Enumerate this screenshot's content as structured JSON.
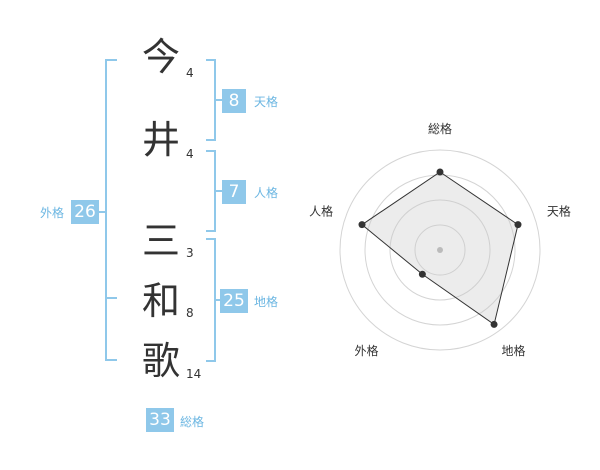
{
  "name": {
    "characters": [
      {
        "char": "今",
        "strokes": "4"
      },
      {
        "char": "井",
        "strokes": "4"
      },
      {
        "char": "三",
        "strokes": "3"
      },
      {
        "char": "和",
        "strokes": "8"
      },
      {
        "char": "歌",
        "strokes": "14"
      }
    ]
  },
  "fortune": {
    "tenkaku": {
      "value": "8",
      "label": "天格"
    },
    "jinkaku": {
      "value": "7",
      "label": "人格"
    },
    "chikaku": {
      "value": "25",
      "label": "地格"
    },
    "gaikaku": {
      "value": "26",
      "label": "外格"
    },
    "soukaku": {
      "value": "33",
      "label": "総格"
    }
  },
  "colors": {
    "accent": "#8fc8ea",
    "label_blue": "#6bb6e2"
  },
  "chart_data": {
    "type": "radar",
    "axes": [
      "総格",
      "天格",
      "地格",
      "外格",
      "人格"
    ],
    "values": [
      0.78,
      0.82,
      0.92,
      0.3,
      0.82
    ],
    "max": 1,
    "rings": 4
  }
}
